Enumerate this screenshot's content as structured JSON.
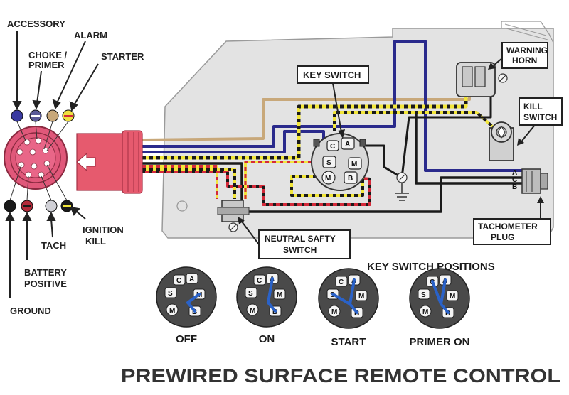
{
  "colors": {
    "housing_fill": "#e3e3e3",
    "plug_red": "#e65a6e",
    "connector_pink": "#e0587a",
    "wire_blue": "#2a2a8c",
    "wire_yellow": "#f2e63a",
    "wire_red": "#d42a3a",
    "wire_tan": "#c8a87a",
    "wire_black": "#1a1a1a",
    "dot_accessory": "#3a3aa0",
    "dot_choke": "#5a5a96",
    "dot_alarm": "#c8a87a",
    "dot_starter": "#f0e040",
    "dot_ground": "#1a1a1a",
    "dot_battery": "#b42a3a",
    "dot_tach": "#d0d0d6",
    "dot_kill": "#1a1a1a",
    "key_blue": "#2a62c8"
  },
  "wire_labels": {
    "accessory": "ACCESSORY",
    "choke_primer_1": "CHOKE /",
    "choke_primer_2": "PRIMER",
    "alarm": "ALARM",
    "starter": "STARTER",
    "ignition_kill_1": "IGNITION",
    "ignition_kill_2": "KILL",
    "tach": "TACH",
    "battery_positive_1": "BATTERY",
    "battery_positive_2": "POSITIVE",
    "ground": "GROUND"
  },
  "callouts": {
    "key_switch": "KEY SWITCH",
    "warning_horn_1": "WARNING",
    "warning_horn_2": "HORN",
    "kill_switch_1": "KILL",
    "kill_switch_2": "SWITCH",
    "tachometer_plug_1": "TACHOMETER",
    "tachometer_plug_2": "PLUG",
    "neutral_safety_1": "NEUTRAL SAFTY",
    "neutral_safety_2": "SWITCH"
  },
  "tach_terminals": [
    "A",
    "C",
    "B"
  ],
  "key_terminals": {
    "c": "C",
    "a": "A",
    "s": "S",
    "m": "M",
    "m_circle": "M",
    "b": "B"
  },
  "key_switch_positions": {
    "heading": "KEY SWITCH POSITIONS",
    "positions": [
      {
        "label": "OFF",
        "connects": [
          "M",
          "B"
        ]
      },
      {
        "label": "ON",
        "connects": [
          "A",
          "B"
        ]
      },
      {
        "label": "START",
        "connects": [
          "A",
          "S",
          "B"
        ]
      },
      {
        "label": "PRIMER ON",
        "connects": [
          "A",
          "C",
          "B"
        ]
      }
    ]
  },
  "footer_title": "PREWIRED SURFACE REMOTE CONTROL"
}
